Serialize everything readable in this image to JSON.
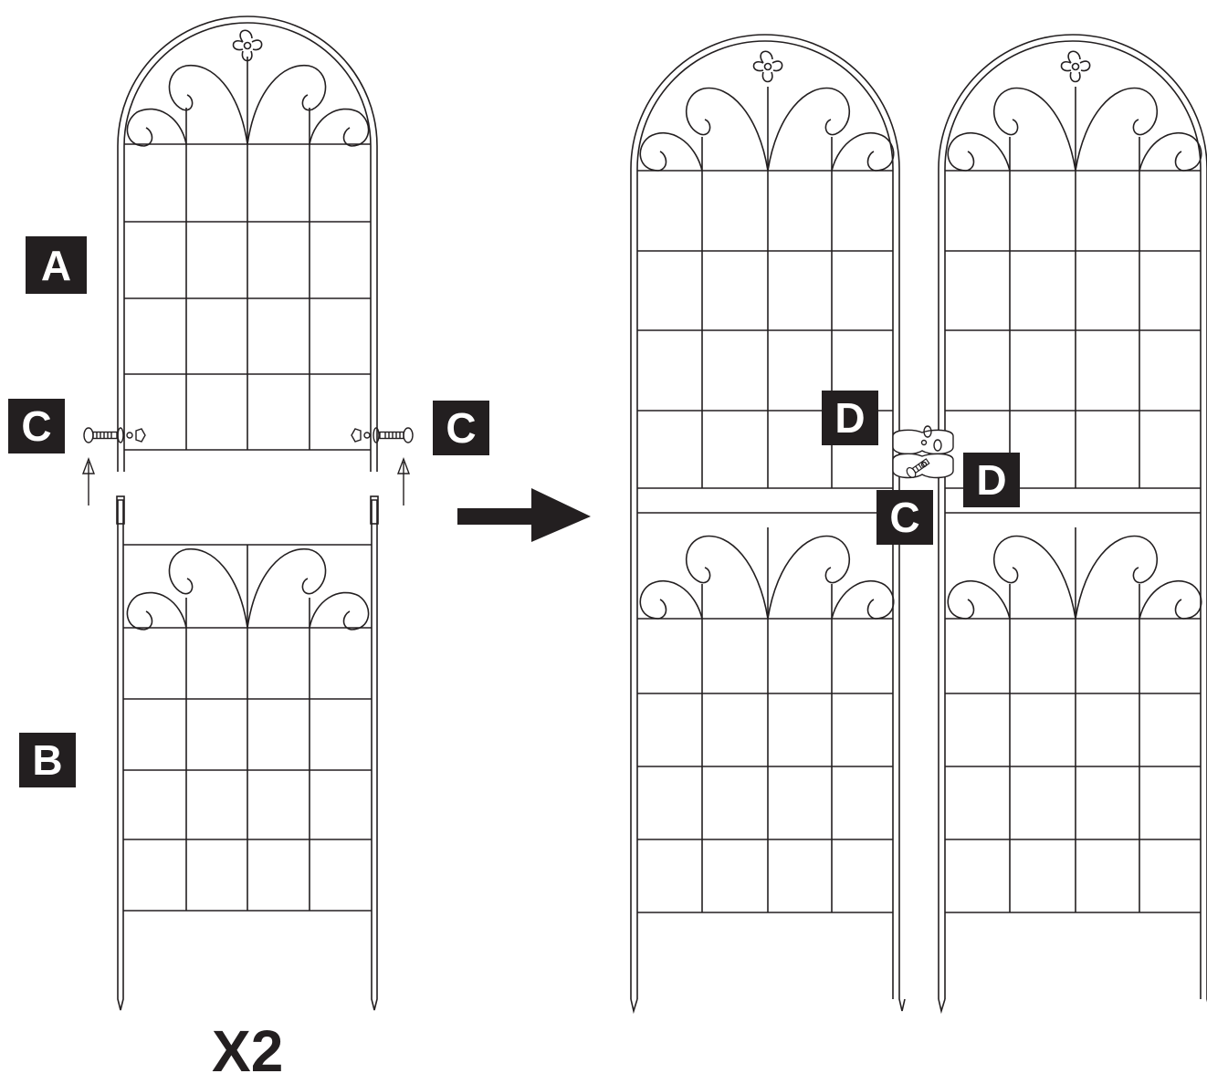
{
  "labels": {
    "panel_top": "A",
    "panel_bottom": "B",
    "screw_left": "C",
    "screw_right": "C",
    "bracket_upper": "D",
    "bracket_lower": "D",
    "bracket_screw": "C"
  },
  "quantity": "X2",
  "colors": {
    "line": "#231f20",
    "label_bg": "#231f20",
    "label_text": "#ffffff"
  },
  "icons": [
    "arrow-right-icon",
    "arrow-up-icon",
    "screw-icon",
    "flower-icon",
    "connector-bracket-icon"
  ]
}
